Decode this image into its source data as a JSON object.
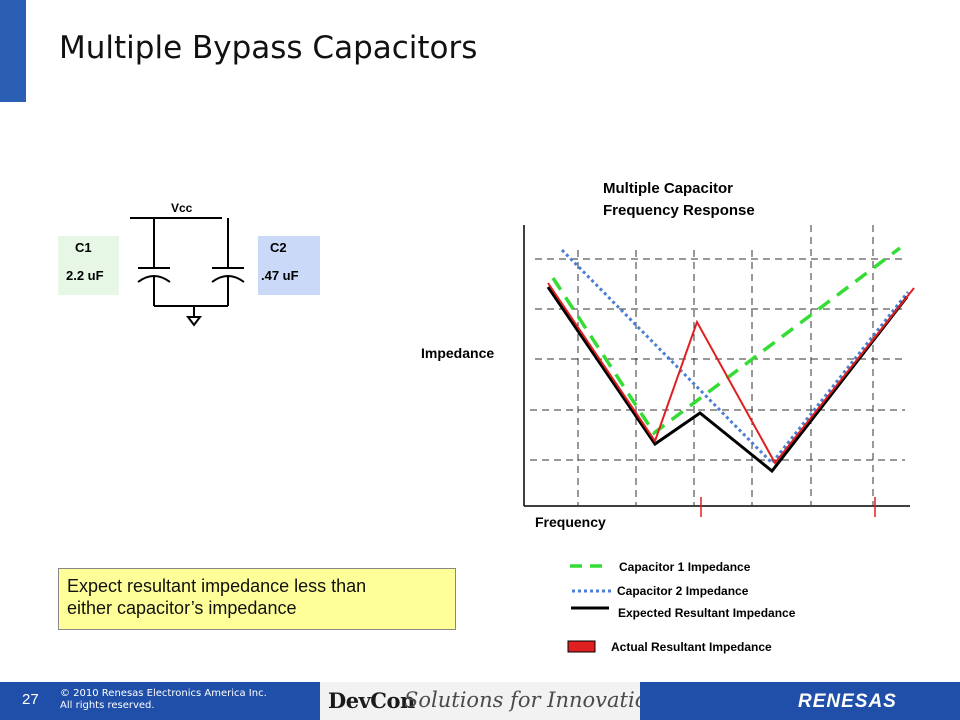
{
  "slide": {
    "title": "Multiple Bypass Capacitors",
    "accent_color": "#2b5fb4"
  },
  "circuit": {
    "vcc_label": "Vcc",
    "c1": {
      "name": "C1",
      "value": "2.2 uF",
      "fill": "#e6f7e6"
    },
    "c2": {
      "name": "C2",
      "value": ".47 uF",
      "fill": "#c9d9f7"
    }
  },
  "graph": {
    "title_line1": "Multiple Capacitor",
    "title_line2": "Frequency Response",
    "y_label": "Impedance",
    "x_label": "Frequency"
  },
  "legend": [
    {
      "label": "Capacitor 1 Impedance",
      "color": "#33dd33",
      "style": "dashed"
    },
    {
      "label": "Capacitor 2 Impedance",
      "color": "#4a7fd4",
      "style": "dotted"
    },
    {
      "label": "Expected Resultant Impedance",
      "color": "#000000",
      "style": "solid"
    },
    {
      "label": "Actual Resultant Impedance",
      "color": "#e02020",
      "style": "box"
    }
  ],
  "callout": {
    "line1": "Expect resultant impedance less than",
    "line2": "either capacitor’s impedance",
    "fill": "#ffff99"
  },
  "footer": {
    "page_number": "27",
    "copyright_line1": "© 2010 Renesas Electronics America Inc.",
    "copyright_line2": "All rights reserved.",
    "devcon_logo": "DevCon",
    "slogan": "Solutions for Innovation",
    "renesas_logo": "RENESAS"
  }
}
